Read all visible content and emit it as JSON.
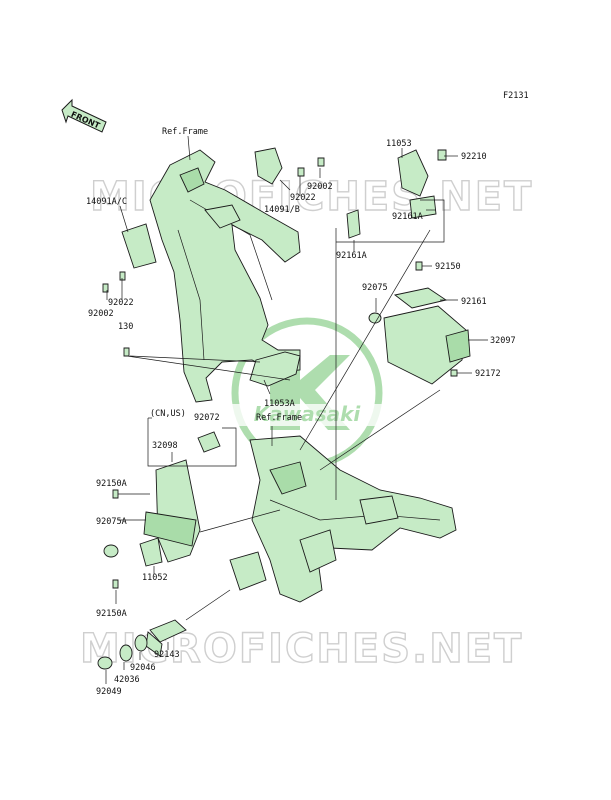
{
  "figure_code": "F2131",
  "front_arrow_label": "FRONT",
  "watermark": {
    "text": "MICROFICHES.NET",
    "logo_text": "Kawasaki",
    "logo_color": "#6cc36c"
  },
  "colors": {
    "part_fill": "#c6ebc6",
    "line": "#1b1b1b"
  },
  "labels": {
    "ref_frame_top": "Ref.Frame",
    "ref_frame_mid": "Ref.Frame",
    "p14091ac": "14091A/C",
    "p92002_a": "92002",
    "p92022_a": "92022",
    "p14091b": "14091/B",
    "p92022_b": "92022",
    "p92002_b": "92002",
    "p130": "130",
    "p11053a": "11053A",
    "p11053": "11053",
    "p92210": "92210",
    "p92161a_a": "92161A",
    "p92161a_b": "92161A",
    "p92150_top": "92150",
    "p92075": "92075",
    "p92161": "92161",
    "p32097": "32097",
    "p92172": "92172",
    "cn_us": "(CN,US)",
    "p92072": "92072",
    "p32098": "32098",
    "p92150a_a": "92150A",
    "p92075a": "92075A",
    "p11052": "11052",
    "p92150a_b": "92150A",
    "p92143": "92143",
    "p92046": "92046",
    "p42036": "42036",
    "p92049": "92049"
  }
}
